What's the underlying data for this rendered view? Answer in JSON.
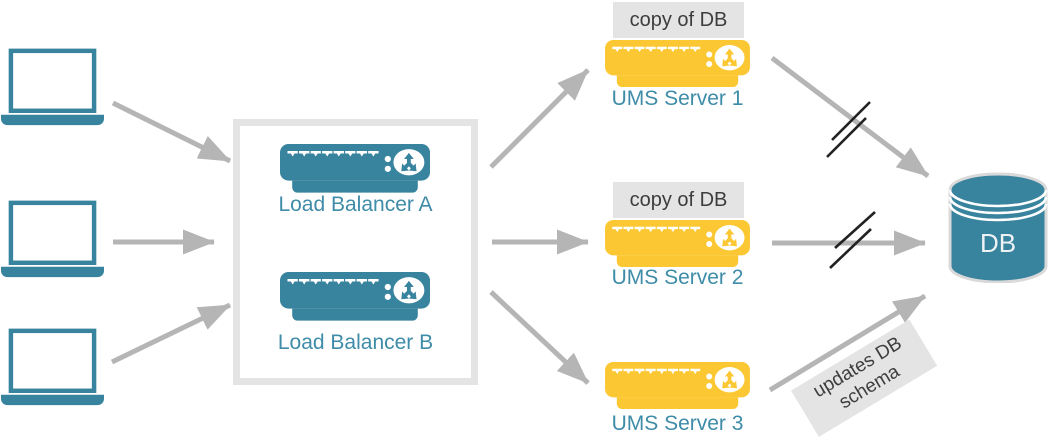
{
  "colors": {
    "teal": "#38839E",
    "teal_text": "#3E8CA8",
    "yellow": "#FBC833",
    "arrow_gray": "#B5B5B5",
    "label_bg": "#E4E4E4",
    "label_text": "#3D3D3D",
    "slash_mark": "#222222",
    "db_outline": "#D9D9D9"
  },
  "nodes": {
    "clients": {
      "icon": "laptop-icon",
      "count": 3
    },
    "load_balancers": [
      {
        "label": "Load Balancer A"
      },
      {
        "label": "Load Balancer B"
      }
    ],
    "ums_servers": [
      {
        "label": "UMS Server 1",
        "badge": "copy of DB"
      },
      {
        "label": "UMS Server 2",
        "badge": "copy of DB"
      },
      {
        "label": "UMS Server 3",
        "badge": ""
      }
    ],
    "database": {
      "label": "DB"
    }
  },
  "annotations": {
    "ums3_arrow_label": "updates DB schema"
  }
}
